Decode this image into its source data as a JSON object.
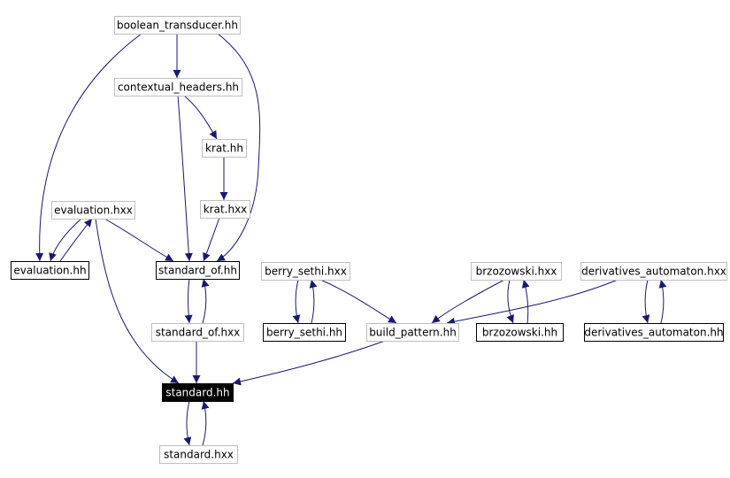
{
  "colors": {
    "edge": "#191970",
    "arrowhead": "#191970",
    "node_border_gray": "#bfbfbf",
    "node_border_black": "#000000",
    "highlight_fill": "#000000",
    "highlight_text": "#ffffff",
    "text": "#000000"
  },
  "nodes": [
    {
      "id": "boolean_transducer_hh",
      "label": "boolean_transducer.hh",
      "style": "gray"
    },
    {
      "id": "contextual_headers_hh",
      "label": "contextual_headers.hh",
      "style": "gray"
    },
    {
      "id": "krat_hh",
      "label": "krat.hh",
      "style": "gray"
    },
    {
      "id": "krat_hxx",
      "label": "krat.hxx",
      "style": "gray"
    },
    {
      "id": "evaluation_hxx",
      "label": "evaluation.hxx",
      "style": "gray"
    },
    {
      "id": "evaluation_hh",
      "label": "evaluation.hh",
      "style": "black"
    },
    {
      "id": "standard_of_hh",
      "label": "standard_of.hh",
      "style": "black"
    },
    {
      "id": "standard_of_hxx",
      "label": "standard_of.hxx",
      "style": "gray"
    },
    {
      "id": "berry_sethi_hxx",
      "label": "berry_sethi.hxx",
      "style": "gray"
    },
    {
      "id": "berry_sethi_hh",
      "label": "berry_sethi.hh",
      "style": "black"
    },
    {
      "id": "build_pattern_hh",
      "label": "build_pattern.hh",
      "style": "gray"
    },
    {
      "id": "brzozowski_hxx",
      "label": "brzozowski.hxx",
      "style": "gray"
    },
    {
      "id": "brzozowski_hh",
      "label": "brzozowski.hh",
      "style": "black"
    },
    {
      "id": "derivatives_automaton_hxx",
      "label": "derivatives_automaton.hxx",
      "style": "gray"
    },
    {
      "id": "derivatives_automaton_hh",
      "label": "derivatives_automaton.hh",
      "style": "black"
    },
    {
      "id": "standard_hh",
      "label": "standard.hh",
      "style": "highlight"
    },
    {
      "id": "standard_hxx",
      "label": "standard.hxx",
      "style": "gray"
    }
  ],
  "edges": [
    {
      "from": "boolean_transducer_hh",
      "to": "contextual_headers_hh"
    },
    {
      "from": "boolean_transducer_hh",
      "to": "evaluation_hh"
    },
    {
      "from": "boolean_transducer_hh",
      "to": "standard_of_hh"
    },
    {
      "from": "contextual_headers_hh",
      "to": "krat_hh"
    },
    {
      "from": "contextual_headers_hh",
      "to": "standard_of_hh"
    },
    {
      "from": "krat_hh",
      "to": "krat_hxx"
    },
    {
      "from": "krat_hxx",
      "to": "standard_of_hh"
    },
    {
      "from": "evaluation_hxx",
      "to": "evaluation_hh"
    },
    {
      "from": "evaluation_hh",
      "to": "evaluation_hxx"
    },
    {
      "from": "evaluation_hxx",
      "to": "standard_of_hh"
    },
    {
      "from": "evaluation_hxx",
      "to": "standard_hh"
    },
    {
      "from": "standard_of_hh",
      "to": "standard_of_hxx"
    },
    {
      "from": "standard_of_hxx",
      "to": "standard_of_hh"
    },
    {
      "from": "standard_of_hxx",
      "to": "standard_hh"
    },
    {
      "from": "berry_sethi_hxx",
      "to": "berry_sethi_hh"
    },
    {
      "from": "berry_sethi_hh",
      "to": "berry_sethi_hxx"
    },
    {
      "from": "berry_sethi_hxx",
      "to": "build_pattern_hh"
    },
    {
      "from": "brzozowski_hxx",
      "to": "build_pattern_hh"
    },
    {
      "from": "brzozowski_hxx",
      "to": "brzozowski_hh"
    },
    {
      "from": "brzozowski_hh",
      "to": "brzozowski_hxx"
    },
    {
      "from": "derivatives_automaton_hxx",
      "to": "build_pattern_hh"
    },
    {
      "from": "derivatives_automaton_hxx",
      "to": "derivatives_automaton_hh"
    },
    {
      "from": "derivatives_automaton_hh",
      "to": "derivatives_automaton_hxx"
    },
    {
      "from": "build_pattern_hh",
      "to": "standard_hh"
    },
    {
      "from": "standard_hh",
      "to": "standard_hxx"
    },
    {
      "from": "standard_hxx",
      "to": "standard_hh"
    }
  ]
}
